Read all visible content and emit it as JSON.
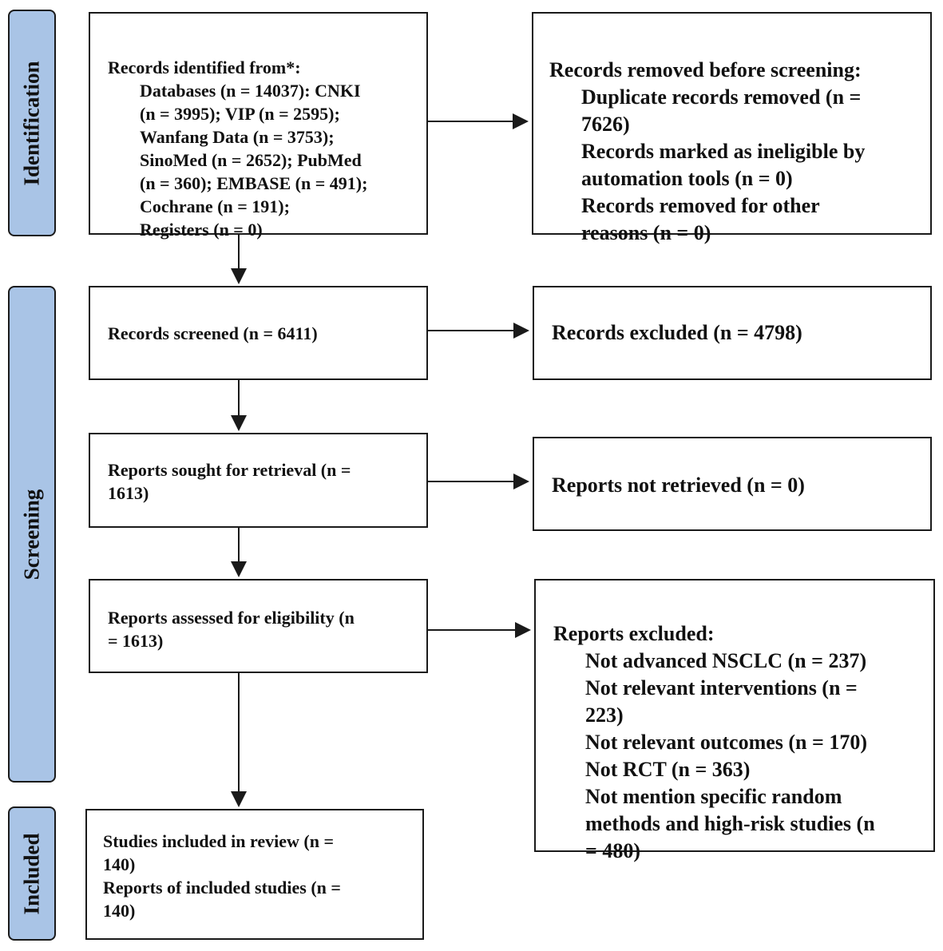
{
  "stages": {
    "identification": "Identification",
    "screening": "Screening",
    "included": "Included"
  },
  "boxes": {
    "identified": {
      "heading": "Records identified from*:",
      "body": "Databases (n = 14037): CNKI\n(n = 3995); VIP (n = 2595);\nWanfang Data (n = 3753);\nSinoMed (n = 2652); PubMed\n(n = 360); EMBASE (n = 491);\nCochrane (n = 191);\nRegisters (n = 0)"
    },
    "removed": {
      "heading": "Records removed before screening:",
      "body": "Duplicate records removed  (n =\n7626)\nRecords marked as ineligible by\nautomation tools (n = 0)\nRecords removed for other\nreasons (n = 0)"
    },
    "screened": {
      "text": "Records screened (n = 6411)"
    },
    "excluded": {
      "text": "Records excluded (n = 4798)"
    },
    "sought": {
      "text": "Reports sought for retrieval (n =\n1613)"
    },
    "not_retrieved": {
      "text": "Reports not retrieved (n = 0)"
    },
    "assessed": {
      "text": "Reports assessed for eligibility (n\n= 1613)"
    },
    "reports_excluded": {
      "heading": "Reports excluded:",
      "body": "Not advanced NSCLC (n = 237)\nNot relevant interventions (n =\n223)\nNot relevant outcomes (n = 170)\nNot RCT (n = 363)\nNot mention specific random\nmethods and high-risk studies (n\n= 480)"
    },
    "included": {
      "text": "Studies included in review (n =\n140)\nReports of included studies (n =\n140)"
    }
  }
}
